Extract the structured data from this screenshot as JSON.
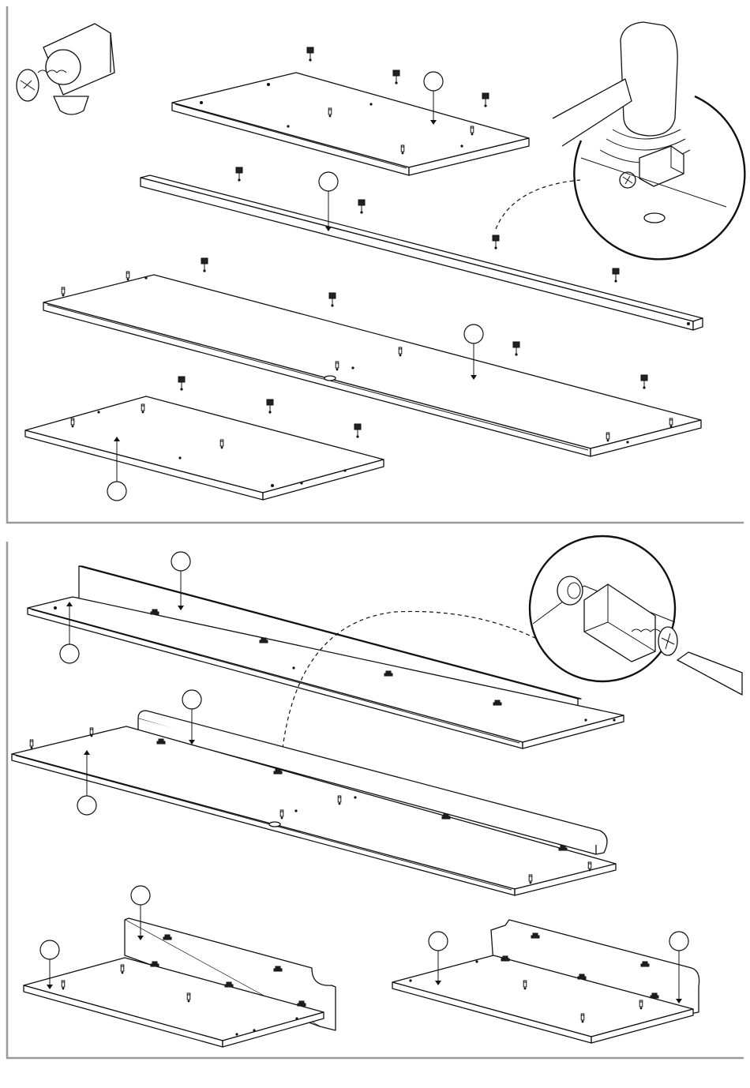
{
  "document": {
    "type": "assembly-instructions",
    "panels": [
      {
        "id": "upper",
        "detail_view": "hammer-inserting-cam-connector"
      },
      {
        "id": "lower",
        "detail_view": "screwdriver-tightening-cam-connector"
      }
    ],
    "colors": {
      "frame": "#9a9a9a",
      "ink": "#111111",
      "paper": "#ffffff"
    }
  }
}
